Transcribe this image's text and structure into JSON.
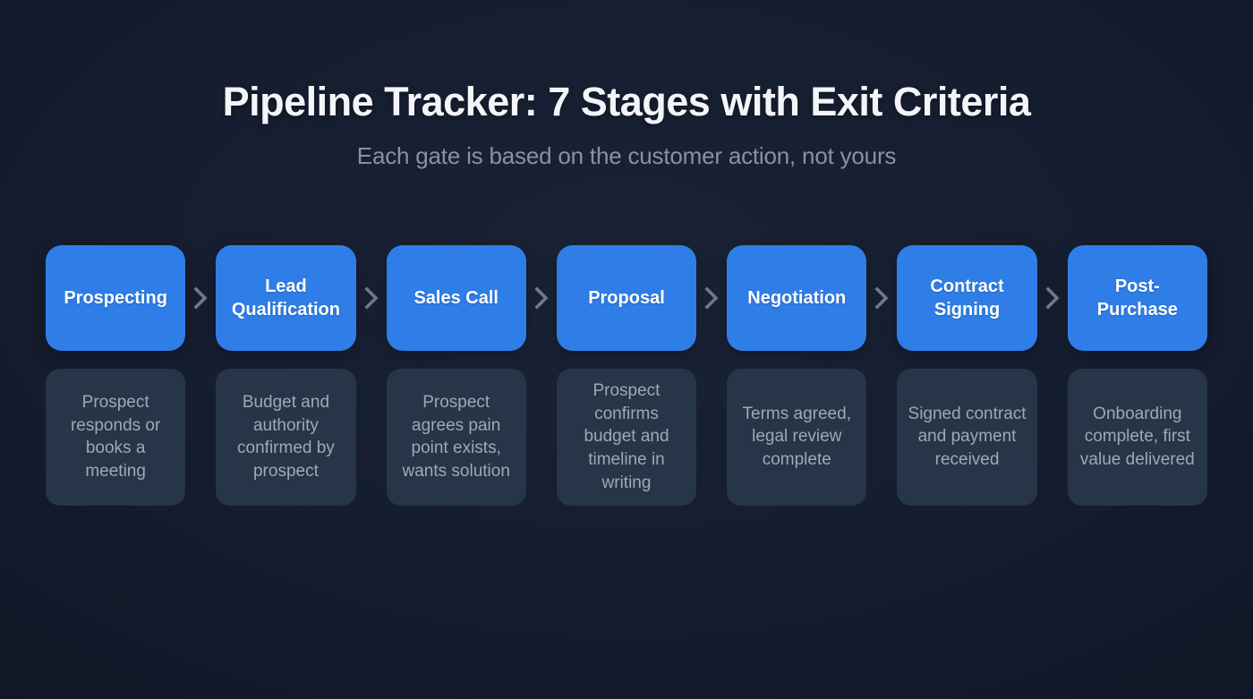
{
  "page": {
    "title": "Pipeline Tracker: 7 Stages with Exit Criteria",
    "subtitle": "Each gate is based on the customer action, not yours"
  },
  "colors": {
    "background": "#131b2c",
    "stage_fill": "#2f7ee8",
    "criteria_fill": "#263548",
    "title_text": "#f3f5f8",
    "subtitle_text": "#8a92a0",
    "stage_text": "#ffffff",
    "criteria_text": "#9fa9b6",
    "arrow": "#717a8a"
  },
  "pipeline": {
    "arrow_icon": "chevron-right",
    "stages": [
      {
        "label": "Prospecting",
        "criteria": "Prospect responds or books a meeting"
      },
      {
        "label": "Lead Qualification",
        "criteria": "Budget and authority confirmed by prospect"
      },
      {
        "label": "Sales Call",
        "criteria": "Prospect agrees pain point exists, wants solution"
      },
      {
        "label": "Proposal",
        "criteria": "Prospect confirms budget and timeline in writing"
      },
      {
        "label": "Negotiation",
        "criteria": "Terms agreed, legal review complete"
      },
      {
        "label": "Contract Signing",
        "criteria": "Signed contract and payment received"
      },
      {
        "label": "Post-Purchase",
        "criteria": "Onboarding complete, first value delivered"
      }
    ]
  }
}
